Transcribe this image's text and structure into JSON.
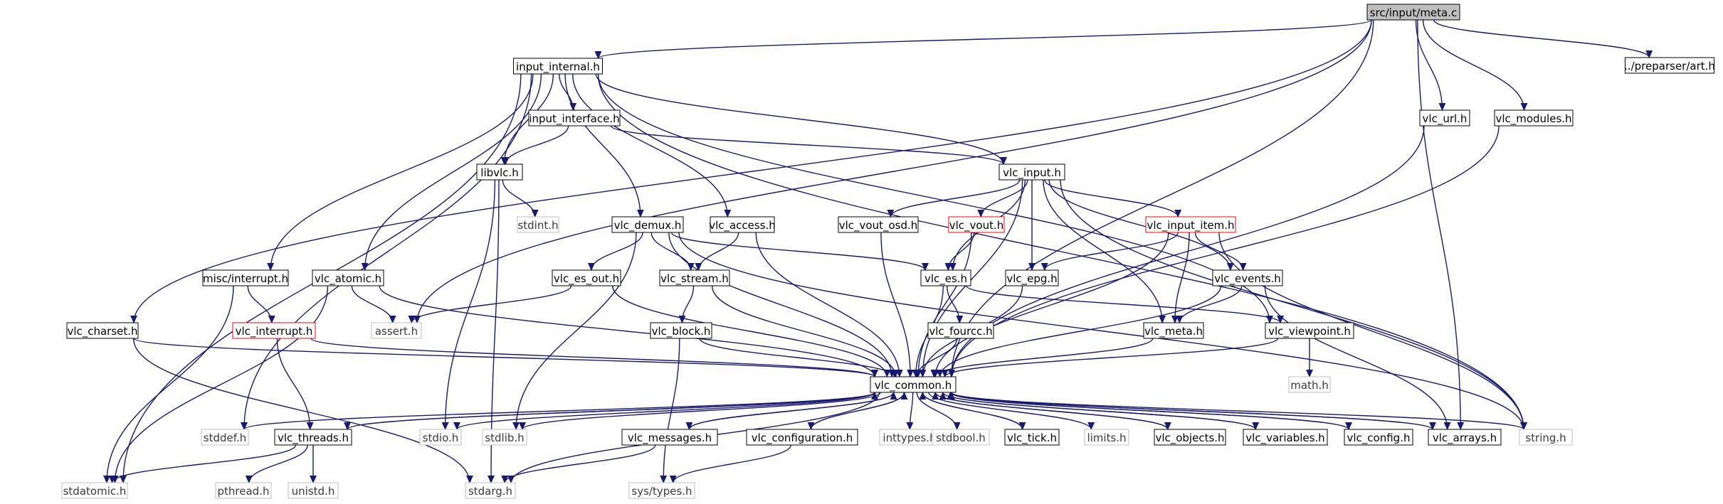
{
  "title": "src/input/meta.c",
  "colors": {
    "edge": "#191970",
    "box_border": "#000000",
    "box_fill": "#ffffff",
    "root_fill": "#bfbfbf",
    "missing_border": "#ff0000",
    "system_border": "#bfbfbf"
  },
  "nodes": [
    {
      "id": "meta_c",
      "label": "src/input/meta.c",
      "style": "root"
    },
    {
      "id": "input_internal",
      "label": "input_internal.h",
      "style": "normal"
    },
    {
      "id": "preparser_art",
      "label": "../preparser/art.h",
      "style": "normal"
    },
    {
      "id": "vlc_url",
      "label": "vlc_url.h",
      "style": "normal"
    },
    {
      "id": "vlc_modules",
      "label": "vlc_modules.h",
      "style": "normal"
    },
    {
      "id": "input_interface",
      "label": "input_interface.h",
      "style": "normal"
    },
    {
      "id": "libvlc",
      "label": "libvlc.h",
      "style": "normal"
    },
    {
      "id": "vlc_input",
      "label": "vlc_input.h",
      "style": "normal"
    },
    {
      "id": "stdint",
      "label": "stdint.h",
      "style": "system"
    },
    {
      "id": "vlc_demux",
      "label": "vlc_demux.h",
      "style": "normal"
    },
    {
      "id": "vlc_access",
      "label": "vlc_access.h",
      "style": "normal"
    },
    {
      "id": "vlc_vout_osd",
      "label": "vlc_vout_osd.h",
      "style": "normal"
    },
    {
      "id": "vlc_vout",
      "label": "vlc_vout.h",
      "style": "missing"
    },
    {
      "id": "vlc_input_item",
      "label": "vlc_input_item.h",
      "style": "missing"
    },
    {
      "id": "misc_interrupt",
      "label": "misc/interrupt.h",
      "style": "normal"
    },
    {
      "id": "vlc_atomic",
      "label": "vlc_atomic.h",
      "style": "normal"
    },
    {
      "id": "vlc_es_out",
      "label": "vlc_es_out.h",
      "style": "normal"
    },
    {
      "id": "vlc_stream",
      "label": "vlc_stream.h",
      "style": "normal"
    },
    {
      "id": "vlc_es",
      "label": "vlc_es.h",
      "style": "normal"
    },
    {
      "id": "vlc_epg",
      "label": "vlc_epg.h",
      "style": "normal"
    },
    {
      "id": "vlc_events",
      "label": "vlc_events.h",
      "style": "normal"
    },
    {
      "id": "vlc_charset",
      "label": "vlc_charset.h",
      "style": "normal"
    },
    {
      "id": "vlc_interrupt",
      "label": "vlc_interrupt.h",
      "style": "missing"
    },
    {
      "id": "assert",
      "label": "assert.h",
      "style": "system"
    },
    {
      "id": "vlc_block",
      "label": "vlc_block.h",
      "style": "normal"
    },
    {
      "id": "vlc_fourcc",
      "label": "vlc_fourcc.h",
      "style": "normal"
    },
    {
      "id": "vlc_meta",
      "label": "vlc_meta.h",
      "style": "normal"
    },
    {
      "id": "vlc_viewpoint",
      "label": "vlc_viewpoint.h",
      "style": "normal"
    },
    {
      "id": "math",
      "label": "math.h",
      "style": "system"
    },
    {
      "id": "vlc_common",
      "label": "vlc_common.h",
      "style": "normal"
    },
    {
      "id": "stddef",
      "label": "stddef.h",
      "style": "system"
    },
    {
      "id": "vlc_threads",
      "label": "vlc_threads.h",
      "style": "normal"
    },
    {
      "id": "stdio",
      "label": "stdio.h",
      "style": "system"
    },
    {
      "id": "stdlib",
      "label": "stdlib.h",
      "style": "system"
    },
    {
      "id": "vlc_messages",
      "label": "vlc_messages.h",
      "style": "normal"
    },
    {
      "id": "vlc_configuration",
      "label": "vlc_configuration.h",
      "style": "normal"
    },
    {
      "id": "inttypes",
      "label": "inttypes.h",
      "style": "system"
    },
    {
      "id": "stdbool",
      "label": "stdbool.h",
      "style": "system"
    },
    {
      "id": "vlc_tick",
      "label": "vlc_tick.h",
      "style": "normal"
    },
    {
      "id": "limits",
      "label": "limits.h",
      "style": "system"
    },
    {
      "id": "vlc_objects",
      "label": "vlc_objects.h",
      "style": "normal"
    },
    {
      "id": "vlc_variables",
      "label": "vlc_variables.h",
      "style": "normal"
    },
    {
      "id": "vlc_config",
      "label": "vlc_config.h",
      "style": "normal"
    },
    {
      "id": "vlc_arrays",
      "label": "vlc_arrays.h",
      "style": "normal"
    },
    {
      "id": "string",
      "label": "string.h",
      "style": "system"
    },
    {
      "id": "stdatomic",
      "label": "stdatomic.h",
      "style": "system"
    },
    {
      "id": "pthread",
      "label": "pthread.h",
      "style": "system"
    },
    {
      "id": "unistd",
      "label": "unistd.h",
      "style": "system"
    },
    {
      "id": "stdarg",
      "label": "stdarg.h",
      "style": "system"
    },
    {
      "id": "sys_types",
      "label": "sys/types.h",
      "style": "system"
    }
  ],
  "edges": [
    [
      "meta_c",
      "input_internal"
    ],
    [
      "meta_c",
      "preparser_art"
    ],
    [
      "meta_c",
      "vlc_url"
    ],
    [
      "meta_c",
      "vlc_modules"
    ],
    [
      "meta_c",
      "vlc_charset"
    ],
    [
      "meta_c",
      "assert"
    ],
    [
      "meta_c",
      "vlc_common"
    ],
    [
      "meta_c",
      "vlc_arrays"
    ],
    [
      "input_internal",
      "input_interface"
    ],
    [
      "input_internal",
      "libvlc"
    ],
    [
      "input_internal",
      "vlc_input"
    ],
    [
      "input_internal",
      "vlc_demux"
    ],
    [
      "input_internal",
      "vlc_access"
    ],
    [
      "input_internal",
      "misc_interrupt"
    ],
    [
      "input_internal",
      "vlc_atomic"
    ],
    [
      "input_internal",
      "stdatomic"
    ],
    [
      "input_internal",
      "stddef"
    ],
    [
      "input_internal",
      "vlc_viewpoint"
    ],
    [
      "input_internal",
      "string"
    ],
    [
      "input_interface",
      "libvlc"
    ],
    [
      "input_interface",
      "vlc_input"
    ],
    [
      "libvlc",
      "stdint"
    ],
    [
      "libvlc",
      "stdio"
    ],
    [
      "libvlc",
      "stdarg"
    ],
    [
      "vlc_input",
      "vlc_vout_osd"
    ],
    [
      "vlc_input",
      "vlc_vout"
    ],
    [
      "vlc_input",
      "vlc_input_item"
    ],
    [
      "vlc_input",
      "vlc_es"
    ],
    [
      "vlc_input",
      "vlc_epg"
    ],
    [
      "vlc_input",
      "vlc_events"
    ],
    [
      "vlc_input",
      "vlc_meta"
    ],
    [
      "vlc_input",
      "vlc_common"
    ],
    [
      "vlc_input",
      "string"
    ],
    [
      "vlc_demux",
      "vlc_es_out"
    ],
    [
      "vlc_demux",
      "vlc_stream"
    ],
    [
      "vlc_demux",
      "vlc_es"
    ],
    [
      "vlc_demux",
      "vlc_common"
    ],
    [
      "vlc_demux",
      "stdlib"
    ],
    [
      "vlc_demux",
      "string"
    ],
    [
      "vlc_access",
      "vlc_stream"
    ],
    [
      "vlc_access",
      "vlc_common"
    ],
    [
      "vlc_vout_osd",
      "vlc_common"
    ],
    [
      "vlc_vout",
      "vlc_es"
    ],
    [
      "vlc_vout",
      "vlc_common"
    ],
    [
      "vlc_input_item",
      "vlc_epg"
    ],
    [
      "vlc_input_item",
      "vlc_events"
    ],
    [
      "vlc_input_item",
      "vlc_meta"
    ],
    [
      "vlc_input_item",
      "vlc_common"
    ],
    [
      "vlc_input_item",
      "string"
    ],
    [
      "misc_interrupt",
      "vlc_interrupt"
    ],
    [
      "misc_interrupt",
      "stdatomic"
    ],
    [
      "vlc_atomic",
      "assert"
    ],
    [
      "vlc_atomic",
      "stdatomic"
    ],
    [
      "vlc_atomic",
      "vlc_common"
    ],
    [
      "vlc_es_out",
      "assert"
    ],
    [
      "vlc_es_out",
      "vlc_common"
    ],
    [
      "vlc_stream",
      "vlc_block"
    ],
    [
      "vlc_stream",
      "vlc_common"
    ],
    [
      "vlc_es",
      "vlc_fourcc"
    ],
    [
      "vlc_es",
      "vlc_viewpoint"
    ],
    [
      "vlc_es",
      "vlc_common"
    ],
    [
      "vlc_epg",
      "vlc_common"
    ],
    [
      "vlc_events",
      "vlc_meta"
    ],
    [
      "vlc_events",
      "vlc_common"
    ],
    [
      "vlc_events",
      "vlc_arrays"
    ],
    [
      "vlc_charset",
      "vlc_common"
    ],
    [
      "vlc_charset",
      "stdarg"
    ],
    [
      "vlc_interrupt",
      "vlc_threads"
    ],
    [
      "vlc_interrupt",
      "vlc_common"
    ],
    [
      "vlc_block",
      "vlc_common"
    ],
    [
      "vlc_block",
      "sys_types"
    ],
    [
      "vlc_fourcc",
      "vlc_common"
    ],
    [
      "vlc_meta",
      "vlc_common"
    ],
    [
      "vlc_viewpoint",
      "math"
    ],
    [
      "vlc_viewpoint",
      "vlc_common"
    ],
    [
      "vlc_url",
      "vlc_common"
    ],
    [
      "vlc_modules",
      "vlc_common"
    ],
    [
      "vlc_common",
      "stddef"
    ],
    [
      "vlc_common",
      "vlc_threads"
    ],
    [
      "vlc_common",
      "stdio"
    ],
    [
      "vlc_common",
      "stdlib"
    ],
    [
      "vlc_common",
      "vlc_messages"
    ],
    [
      "vlc_common",
      "vlc_configuration"
    ],
    [
      "vlc_common",
      "inttypes"
    ],
    [
      "vlc_common",
      "stdbool"
    ],
    [
      "vlc_common",
      "vlc_tick"
    ],
    [
      "vlc_common",
      "limits"
    ],
    [
      "vlc_common",
      "vlc_objects"
    ],
    [
      "vlc_common",
      "vlc_variables"
    ],
    [
      "vlc_common",
      "vlc_config"
    ],
    [
      "vlc_common",
      "vlc_arrays"
    ],
    [
      "vlc_common",
      "string"
    ],
    [
      "vlc_common",
      "stdarg"
    ],
    [
      "vlc_threads",
      "vlc_common"
    ],
    [
      "vlc_threads",
      "stdatomic"
    ],
    [
      "vlc_threads",
      "pthread"
    ],
    [
      "vlc_threads",
      "unistd"
    ],
    [
      "vlc_messages",
      "vlc_common"
    ],
    [
      "vlc_messages",
      "stdarg"
    ],
    [
      "vlc_configuration",
      "vlc_common"
    ],
    [
      "vlc_configuration",
      "sys_types"
    ],
    [
      "vlc_tick",
      "vlc_common"
    ],
    [
      "vlc_objects",
      "vlc_common"
    ],
    [
      "vlc_variables",
      "vlc_common"
    ],
    [
      "vlc_config",
      "vlc_common"
    ],
    [
      "vlc_arrays",
      "vlc_common"
    ]
  ]
}
